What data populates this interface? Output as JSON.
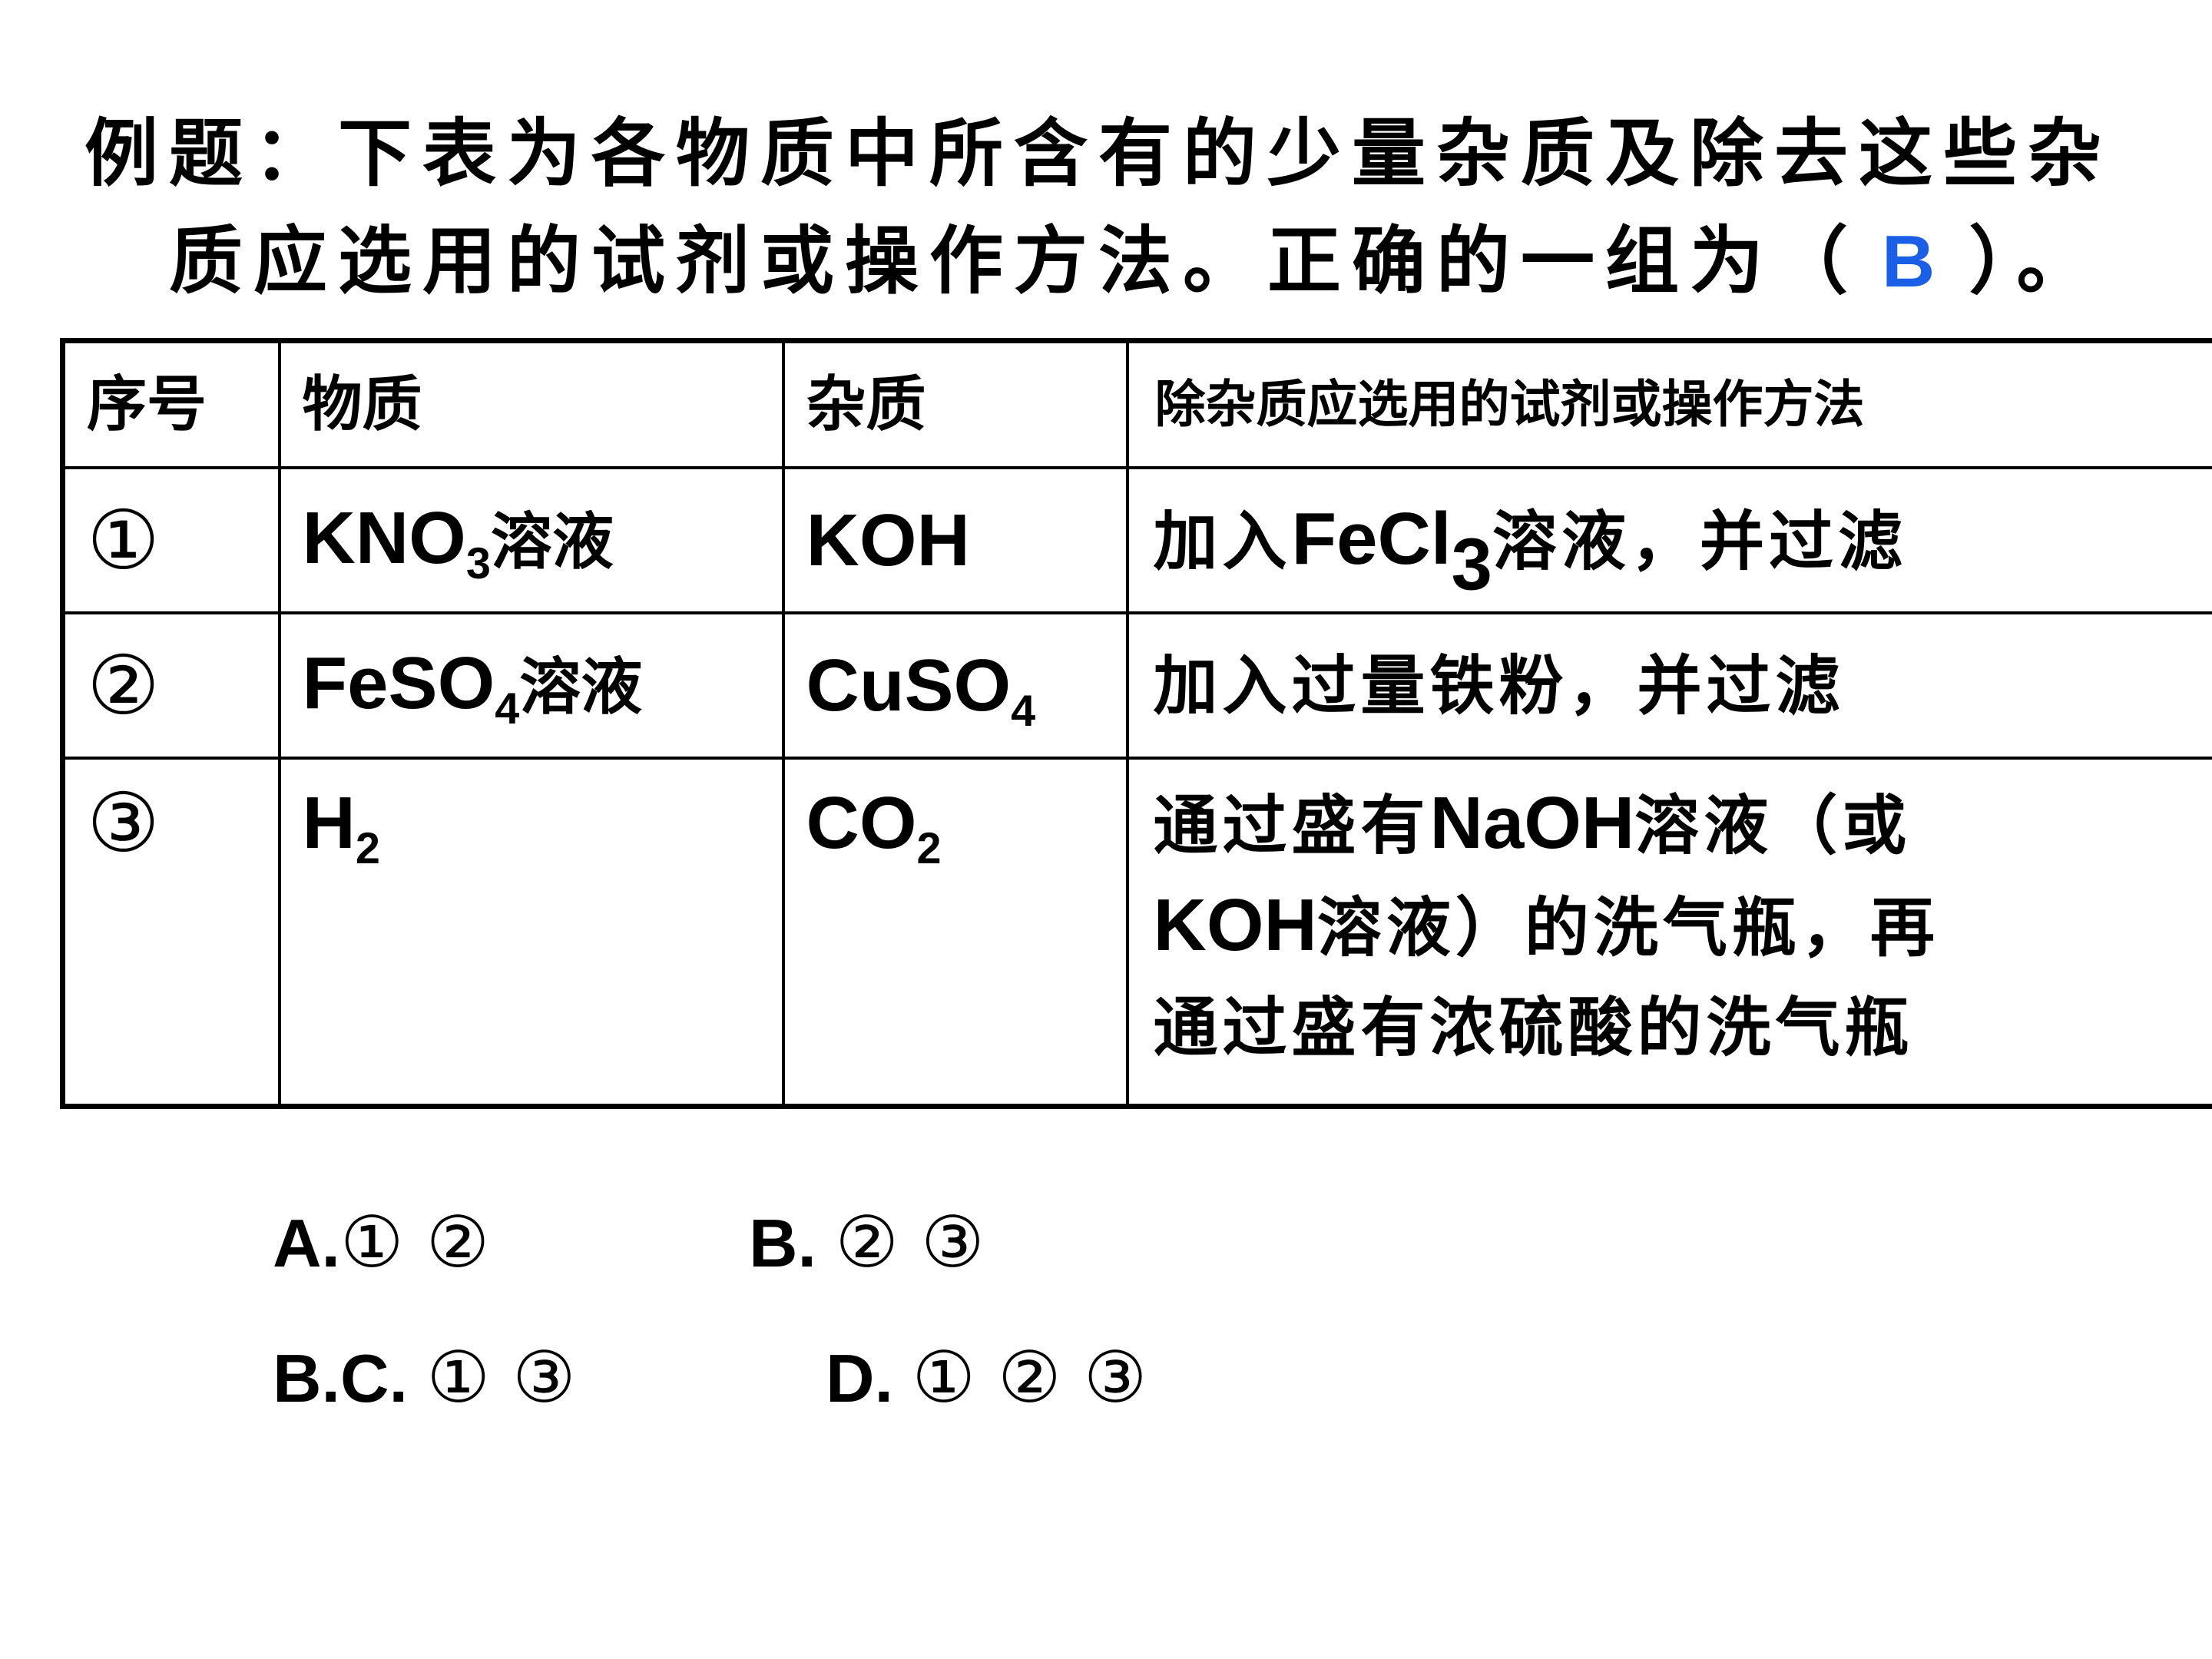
{
  "question": {
    "line1": "例题：下表为各物质中所含有的少量杂质及除去这些杂",
    "line2_prefix": "质应选用的试剂或操作方法。正确的一组为（",
    "answer": "B",
    "line2_suffix": "）。"
  },
  "table": {
    "headers": [
      "序号",
      "物质",
      "杂质",
      "除杂质应选用的试剂或操作方法"
    ],
    "rows": [
      {
        "num": "①",
        "substance_main": "KNO",
        "substance_sub": "3",
        "substance_tail": "溶液",
        "impurity_main": "KOH",
        "impurity_sub": "",
        "method_pre": "加入",
        "method_latin": "FeCl",
        "method_sub": "3",
        "method_post": "溶液，并过滤"
      },
      {
        "num": "②",
        "substance_main": "FeSO",
        "substance_sub": "4",
        "substance_tail": "溶液",
        "impurity_main": "CuSO",
        "impurity_sub": "4",
        "method_text": "加入过量铁粉，并过滤"
      },
      {
        "num": "③",
        "substance_main": "H",
        "substance_sub": "2",
        "substance_tail": "",
        "impurity_main": "CO",
        "impurity_sub": "2",
        "method_l1_pre": "通过盛有",
        "method_l1_latin": "NaOH",
        "method_l1_post": "溶液（或",
        "method_l2_latin": "KOH",
        "method_l2_post": "溶液）的洗气瓶，再",
        "method_l3": "通过盛有浓硫酸的洗气瓶"
      }
    ]
  },
  "options": {
    "a_label": "A.",
    "a_value": "① ②",
    "b_label": "B.",
    "b_value": "② ③",
    "c_label": "B.C.",
    "c_value": "① ③",
    "d_label": "D.",
    "d_value": "① ② ③"
  },
  "colors": {
    "answer": "#1a5fe6",
    "text": "#000000",
    "background": "#ffffff"
  }
}
